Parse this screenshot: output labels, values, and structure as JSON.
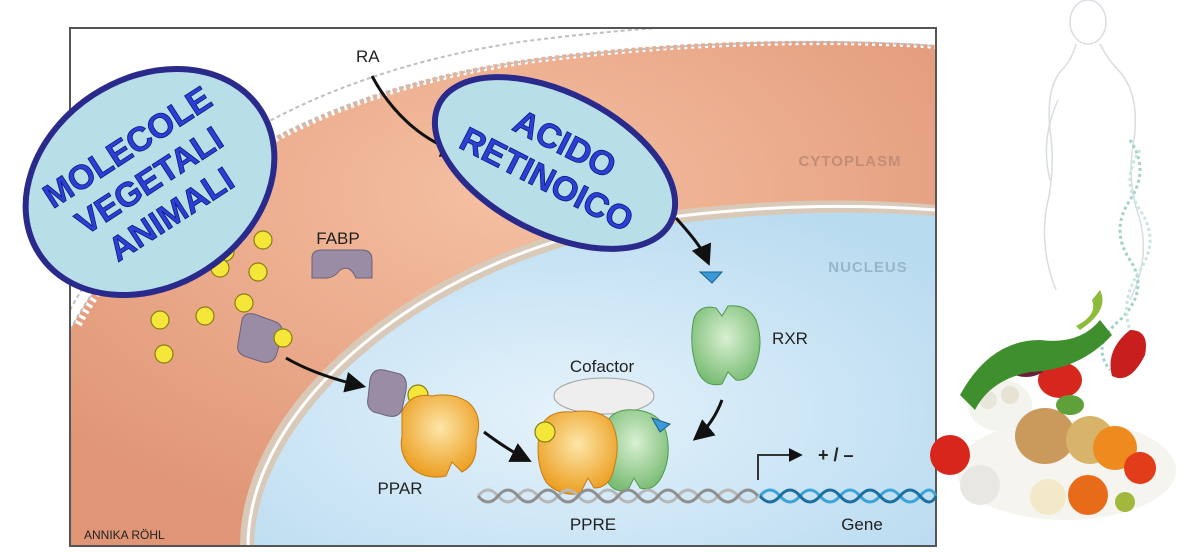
{
  "labels": {
    "ra": "RA",
    "cytoplasm": "CYTOPLASM",
    "nucleus": "NUCLEUS",
    "fabp": "FABP",
    "rxr": "RXR",
    "cofactor": "Cofactor",
    "ppar": "PPAR",
    "ppre": "PPRE",
    "gene": "Gene",
    "plus_minus": "+ / –",
    "credit": "ANNIKA RÖHL"
  },
  "callouts": {
    "left": [
      "MOLECOLE",
      "VEGETALI",
      "ANIMALI"
    ],
    "right": [
      "ACIDO",
      "RETINOICO"
    ]
  },
  "colors": {
    "cytoplasm": "#e9a585",
    "nucleus": "#cfe6f5",
    "ligand": "#f5e63a",
    "fabp": "#9b8ca6",
    "rxr": "#8ec98a",
    "ppar": "#f0a830",
    "callout_fill": "#b8dfe8",
    "callout_stroke": "#2a2a8c",
    "callout_text": "#2b3fd6",
    "ra_triangle": "#3a9bd8",
    "gene_dna": "#3ba3d6"
  }
}
